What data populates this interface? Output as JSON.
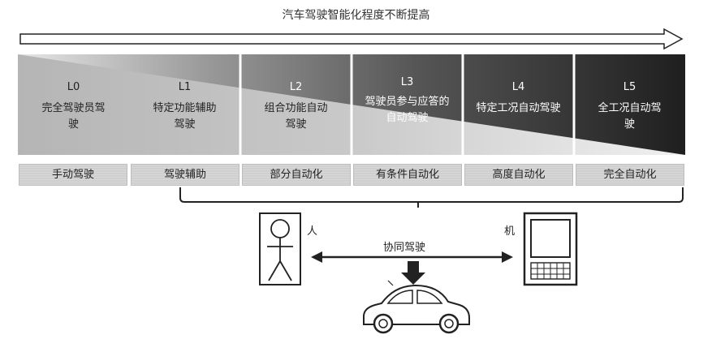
{
  "title": "汽车驾驶智能化程度不断提高",
  "levels": [
    {
      "code": "L0",
      "desc": "完全驾驶员驾驶",
      "automation": "手动驾驶"
    },
    {
      "code": "L1",
      "desc": "特定功能辅助驾驶",
      "automation": "驾驶辅助"
    },
    {
      "code": "L2",
      "desc": "组合功能自动驾驶",
      "automation": "部分自动化"
    },
    {
      "code": "L3",
      "desc": "驾驶员参与应答的自动驾驶",
      "automation": "有条件自动化"
    },
    {
      "code": "L4",
      "desc": "特定工况自动驾驶",
      "automation": "高度自动化"
    },
    {
      "code": "L5",
      "desc": "全工况自动驾驶",
      "automation": "完全自动化"
    }
  ],
  "human_label": "人",
  "machine_label": "机",
  "cooperation_label": "协同驾驶",
  "icons": [
    "human-figure-icon",
    "computer-terminal-icon",
    "car-icon",
    "down-arrow-icon",
    "double-arrow-icon"
  ]
}
